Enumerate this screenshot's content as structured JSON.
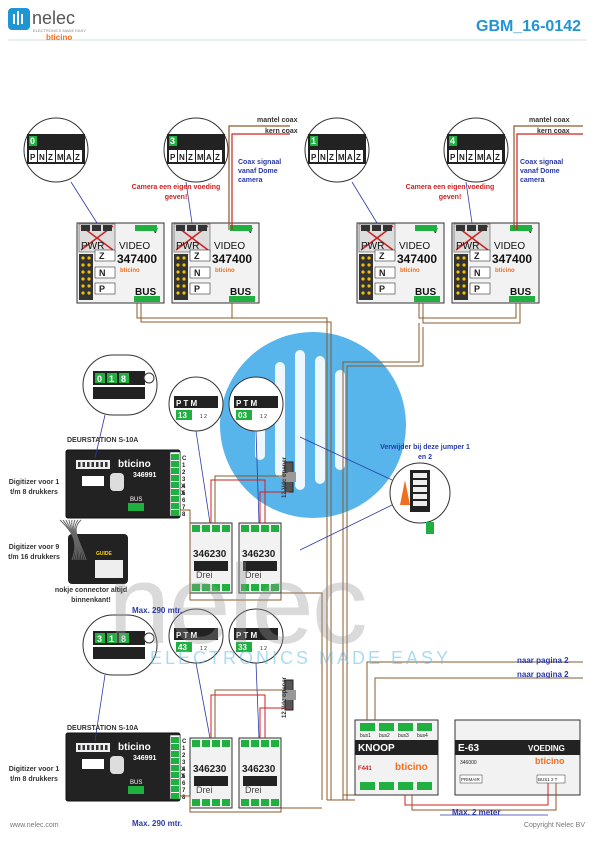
{
  "header": {
    "brand": "nelec",
    "brand_tagline": "ELECTRONICS MADE EASY",
    "partner": "bticino",
    "doc_code": "GBM_16-0142"
  },
  "colors": {
    "blue": "#1f95d6",
    "brown": "#8a5a2b",
    "red": "#d22020",
    "green": "#20b040",
    "navy": "#2a3aa8"
  },
  "watermark": {
    "brand": "nelec",
    "tagline": "ELECTRONICS MADE EASY"
  },
  "cameras": [
    {
      "digit": "0",
      "code": "347400",
      "pwr": "PWR",
      "video": "VIDEO",
      "v": "V",
      "bus": "BUS",
      "brand": "bticino"
    },
    {
      "digit": "3",
      "code": "347400",
      "pwr": "PWR",
      "video": "VIDEO",
      "v": "V",
      "bus": "BUS",
      "brand": "bticino"
    },
    {
      "digit": "1",
      "code": "347400",
      "pwr": "PWR",
      "video": "VIDEO",
      "v": "V",
      "bus": "BUS",
      "brand": "bticino"
    },
    {
      "digit": "4",
      "code": "347400",
      "pwr": "PWR",
      "video": "VIDEO",
      "v": "V",
      "bus": "BUS",
      "brand": "bticino"
    }
  ],
  "dip_labels": [
    "P",
    "N",
    "Z",
    "M",
    "A",
    "Z"
  ],
  "coax": {
    "shield": "mantel coax",
    "core": "kern coax",
    "dome_signal": "Coax signaal vanaf Dome camera",
    "own_power": "Camera een eigen voeding geven!"
  },
  "doorstations": [
    {
      "title": "DEURSTATION S-10A",
      "brand": "bticino",
      "code": "346991",
      "digits": [
        "0",
        "1",
        "8"
      ],
      "bus": "BUS"
    },
    {
      "title": "DEURSTATION S-10A",
      "brand": "bticino",
      "code": "346991",
      "digits": [
        "3",
        "1",
        "8"
      ],
      "bus": "BUS"
    }
  ],
  "terminal_labels": [
    "C",
    "1",
    "2",
    "3",
    "4",
    "5",
    "6",
    "7",
    "8"
  ],
  "terminal_x": "X",
  "digitizer_1_8": "Digitizer voor 1 t/m 8 drukkers",
  "digitizer_9_16": "Digitizer voor 9 t/m 16 drukkers",
  "connector_note": "nokje connector altijd binnenkant!",
  "relays": [
    {
      "code": "346230",
      "label": "Drei",
      "digits": "13",
      "pt": "P T M",
      "jumpers": "1 2"
    },
    {
      "code": "346230",
      "label": "Drei",
      "digits": "03",
      "pt": "P T M",
      "jumpers": "1 2"
    },
    {
      "code": "346230",
      "label": "Drei",
      "digits": "43",
      "pt": "P T M",
      "jumpers": "1 2"
    },
    {
      "code": "346230",
      "label": "Drei",
      "digits": "33",
      "pt": "P T M",
      "jumpers": "1 2"
    }
  ],
  "door_opener": "12 Vdc opener",
  "jumper_note": "Verwijder bij deze jumper 1 en 2",
  "max_290": "Max. 290 mtr.",
  "max_2": "Max. 2 meter",
  "next_page": "naar pagina 2",
  "knoop": {
    "title": "KNOOP",
    "code": "F441",
    "brand": "bticino",
    "buses": [
      "bus1",
      "bus2",
      "bus3",
      "bus4"
    ]
  },
  "psu": {
    "title": "E-63",
    "subtitle": "VOEDING",
    "code": "346000",
    "brand": "bticino",
    "primary": "PRIMAIR",
    "bus": "BUS1 2 T"
  },
  "footer": {
    "website": "www.nelec.com",
    "copyright": "Copyright Nelec BV"
  }
}
